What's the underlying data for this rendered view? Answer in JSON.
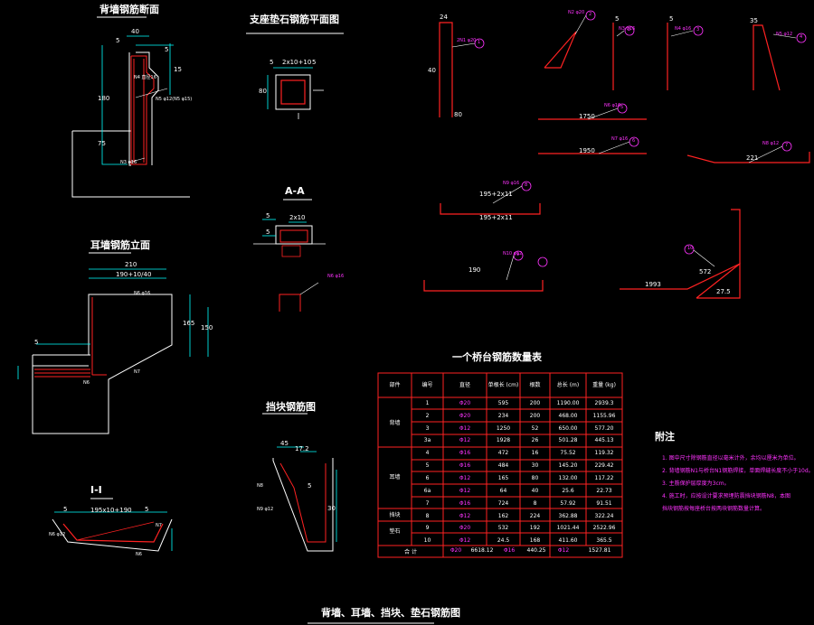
{
  "titles": {
    "back_wall": "背墙钢筋断面",
    "support_plan": "支座垫石钢筋平面图",
    "section_aa": "A-A",
    "ear_wall": "耳墙钢筋立面",
    "stop_block": "挡块钢筋图",
    "section_11": "I-I",
    "table": "一个桥台钢筋数量表",
    "bottom": "背墙、耳墙、挡块、垫石钢筋图"
  },
  "dims": {
    "bw_top": "40",
    "bw_a": "5",
    "bw_b": "5",
    "bw_c": "15",
    "bw_h": "180",
    "bw_h2": "75",
    "sp_a": "5",
    "sp_b": "2x10+10",
    "sp_c": "5",
    "sp_d": "80",
    "aa_a": "5",
    "aa_b": "2x10",
    "aa_c": "5",
    "ew_top": "210",
    "ew_top2": "190+10/40",
    "ew_left": "165",
    "ew_right": "150",
    "ew_bottom": "5",
    "sb_a": "45",
    "sb_b": "17.2",
    "sb_c": "5",
    "sb_d": "30",
    "s11_a": "5",
    "s11_b": "195x10+190",
    "s11_c": "5",
    "r1_a": "24",
    "r1_b": "40",
    "r1_c": "80",
    "r2_a": "5",
    "r2_b": "5",
    "r3_a": "5",
    "r3_b": "5",
    "r4_a": "35",
    "h1": "1750",
    "h2": "1950",
    "h3": "221",
    "r8_a": "195+2x11",
    "r8_b": "195+2x11",
    "r9": "190",
    "r10_a": "1993",
    "r10_b": "572",
    "r10_c": "27.5"
  },
  "labels": {
    "bw_a": "N4 直径16",
    "bw_b": "N5 φ12(N5 φ15)",
    "bw_c": "N3 φ16",
    "ew_a": "N6 φ16",
    "ew_b": "N7",
    "ew_c": "N6",
    "sb_a": "N8",
    "sb_b": "N9 φ12",
    "s11_a": "N6 φ12",
    "s11_b": "N7",
    "s11_c": "N6"
  },
  "marks": {
    "m1": "1",
    "m2": "2",
    "m3": "3",
    "m4": "3",
    "m5": "4",
    "m6": "5",
    "m7": "6",
    "m8": "7",
    "m9": "8",
    "m10": "9",
    "m11": "10"
  },
  "rebar_labels": {
    "r1": "2N1 φ20",
    "r2": "N2 φ20",
    "r3": "N3 φ16",
    "r4": "N4 φ16",
    "r5": "N5 φ12",
    "r6": "N6 φ16",
    "r7": "N7 φ16",
    "r8": "N8 φ12",
    "r9": "N9 φ16",
    "r10": "N10 φ12",
    "r11": "N6 φ16"
  },
  "table": {
    "headers": [
      "部件",
      "编号",
      "直径",
      "单根长\n(cm)",
      "根数",
      "总长\n(m)",
      "重量\n(kg)"
    ],
    "groups": [
      "背墙",
      "耳墙",
      "挡块",
      "垫石"
    ],
    "rows": [
      [
        "1",
        "Φ20",
        "595",
        "200",
        "1190.00",
        "2939.3"
      ],
      [
        "2",
        "Φ20",
        "234",
        "200",
        "468.00",
        "1155.96"
      ],
      [
        "3",
        "Φ12",
        "1250",
        "52",
        "650.00",
        "577.20"
      ],
      [
        "3a",
        "Φ12",
        "1928",
        "26",
        "501.28",
        "445.13"
      ],
      [
        "4",
        "Φ16",
        "472",
        "16",
        "75.52",
        "119.32"
      ],
      [
        "5",
        "Φ16",
        "484",
        "30",
        "145.20",
        "229.42"
      ],
      [
        "6",
        "Φ12",
        "165",
        "80",
        "132.00",
        "117.22"
      ],
      [
        "6a",
        "Φ12",
        "64",
        "40",
        "25.6",
        "22.73"
      ],
      [
        "7",
        "Φ16",
        "724",
        "8",
        "57.92",
        "91.51"
      ],
      [
        "8",
        "Φ12",
        "162",
        "224",
        "362.88",
        "322.24"
      ],
      [
        "9",
        "Φ20",
        "532",
        "192",
        "1021.44",
        "2522.96"
      ],
      [
        "10",
        "Φ12",
        "24.5",
        "168",
        "411.60",
        "365.5"
      ]
    ],
    "total_label": "合 计",
    "totals": [
      "Φ20",
      "6618.12",
      "Φ16",
      "440.25",
      "Φ12",
      "1527.81"
    ]
  },
  "notes": {
    "title": "附注",
    "items": [
      "1. 图中尺寸除钢筋直径以毫米计外，余均以厘米为单位。",
      "2. 背墙钢筋N1与桥台N1钢筋焊接，单面焊缝长度不小于10d。",
      "3. 主筋保护层厚度为3cm。",
      "4. 施工时，应按设计要求预埋防震挡块钢筋N8，本图",
      "   挡块钢筋按每座桥台按两块钢筋数量计算。"
    ]
  }
}
